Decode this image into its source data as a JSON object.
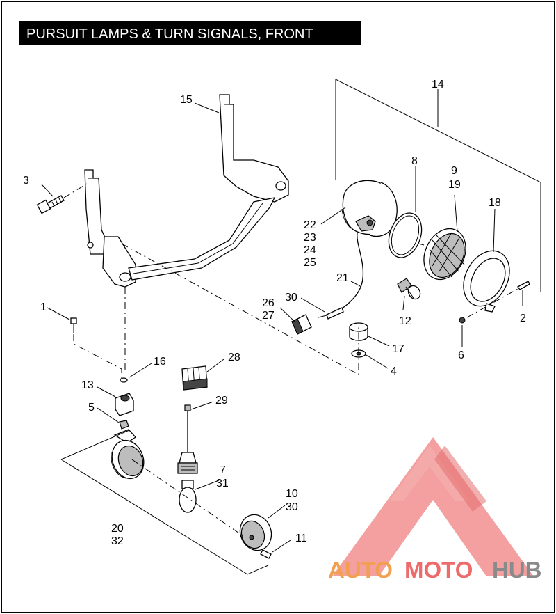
{
  "title": "PURSUIT LAMPS & TURN SIGNALS, FRONT",
  "callouts": {
    "c1": "1",
    "c2": "2",
    "c3": "3",
    "c4": "4",
    "c5": "5",
    "c6": "6",
    "c7": "7",
    "c31": "31",
    "c8": "8",
    "c9": "9",
    "c19": "19",
    "c10": "10",
    "c30a": "30",
    "c11": "11",
    "c12": "12",
    "c13": "13",
    "c14": "14",
    "c15": "15",
    "c16": "16",
    "c17": "17",
    "c18": "18",
    "c20": "20",
    "c32": "32",
    "c21": "21",
    "c22": "22",
    "c23": "23",
    "c24": "24",
    "c25": "25",
    "c26": "26",
    "c27": "27",
    "c28": "28",
    "c29": "29",
    "c30b": "30"
  },
  "watermark": {
    "part1": "AUTO",
    "part2": "MOTO",
    "part3": "HUB"
  },
  "colors": {
    "watermark_orange": "#f0a050",
    "watermark_red": "#ee6b6b",
    "watermark_grey": "#8a8a8a"
  }
}
